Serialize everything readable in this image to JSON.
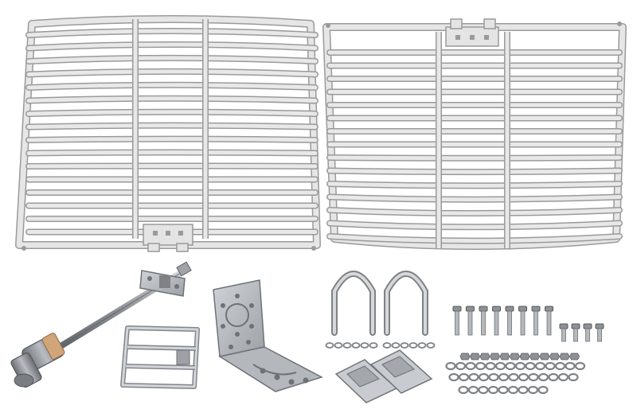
{
  "scene": {
    "background": "#ffffff",
    "colors": {
      "grid_metal": "#dcdcdc",
      "grid_edge": "#9a9a9a",
      "bracket": "#bfc3c8",
      "bracket_edge": "#80858b",
      "steel": "#b5b8bc",
      "steel_dark": "#6e7276",
      "feed_body": "#8e9296",
      "feed_band": "#c9986a"
    },
    "items": [
      {
        "id": "reflector-grid-left",
        "label": ""
      },
      {
        "id": "reflector-grid-right",
        "label": ""
      },
      {
        "id": "feed-horn-rod",
        "label": ""
      },
      {
        "id": "feed-clamp-bracket",
        "label": ""
      },
      {
        "id": "angled-mount-bracket",
        "label": ""
      },
      {
        "id": "u-bolt-left",
        "label": ""
      },
      {
        "id": "u-bolt-right",
        "label": ""
      },
      {
        "id": "v-clamp-blocks",
        "label": ""
      },
      {
        "id": "bolt-set",
        "label": ""
      },
      {
        "id": "washer-nut-set",
        "label": ""
      }
    ]
  }
}
